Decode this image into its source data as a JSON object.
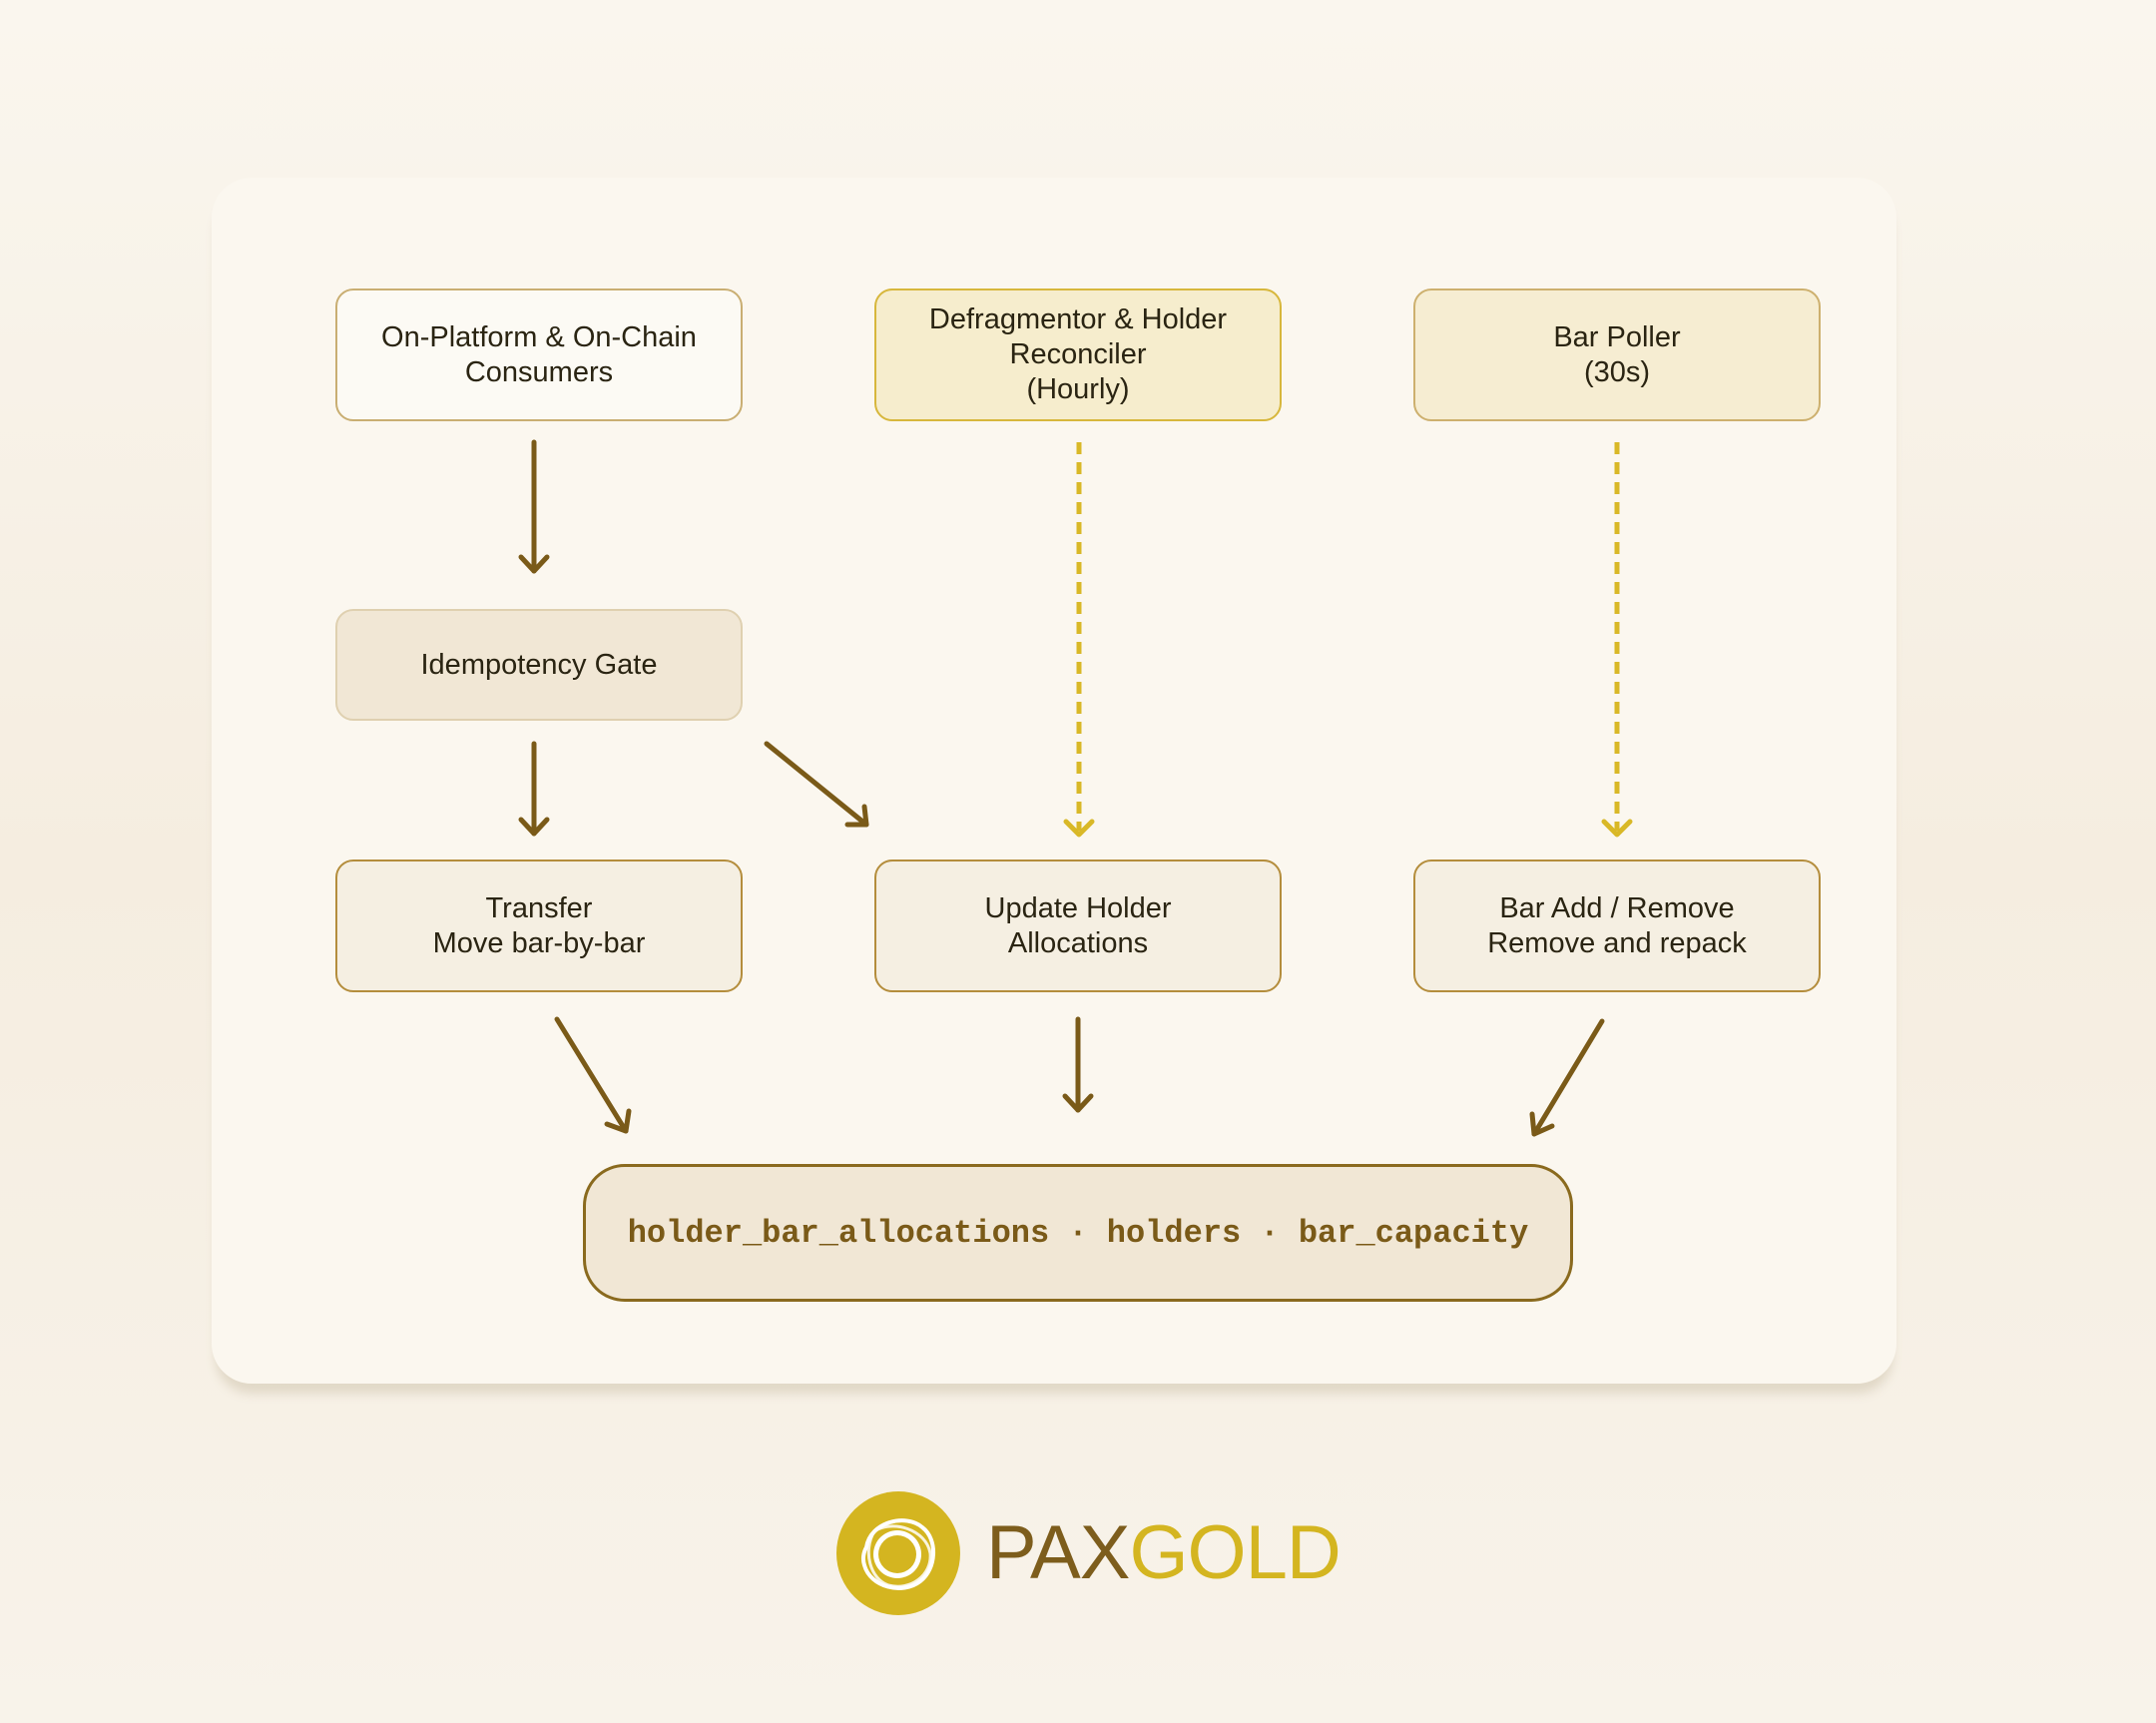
{
  "colors": {
    "arrow_solid": "#7a5a18",
    "arrow_dashed": "#d9b827",
    "accent_gold": "#d4b520",
    "dark_gold": "#7d5d1c"
  },
  "nodes": {
    "consumers": {
      "line1": "On-Platform & On-Chain",
      "line2": "Consumers"
    },
    "defrag": {
      "line1": "Defragmentor & Holder",
      "line2": "Reconciler",
      "line3": "(Hourly)"
    },
    "poller": {
      "line1": "Bar Poller",
      "line2": "(30s)"
    },
    "gate": {
      "line1": "Idempotency Gate"
    },
    "transfer": {
      "line1": "Transfer",
      "line2": "Move bar-by-bar"
    },
    "update": {
      "line1": "Update Holder",
      "line2": "Allocations"
    },
    "baradd": {
      "line1": "Bar Add / Remove",
      "line2": "Remove and repack"
    },
    "store": {
      "label": "holder_bar_allocations · holders · bar_capacity"
    }
  },
  "logo": {
    "pax": "PAX",
    "gold": "GOLD",
    "icon": "paxgold-coin-icon"
  }
}
